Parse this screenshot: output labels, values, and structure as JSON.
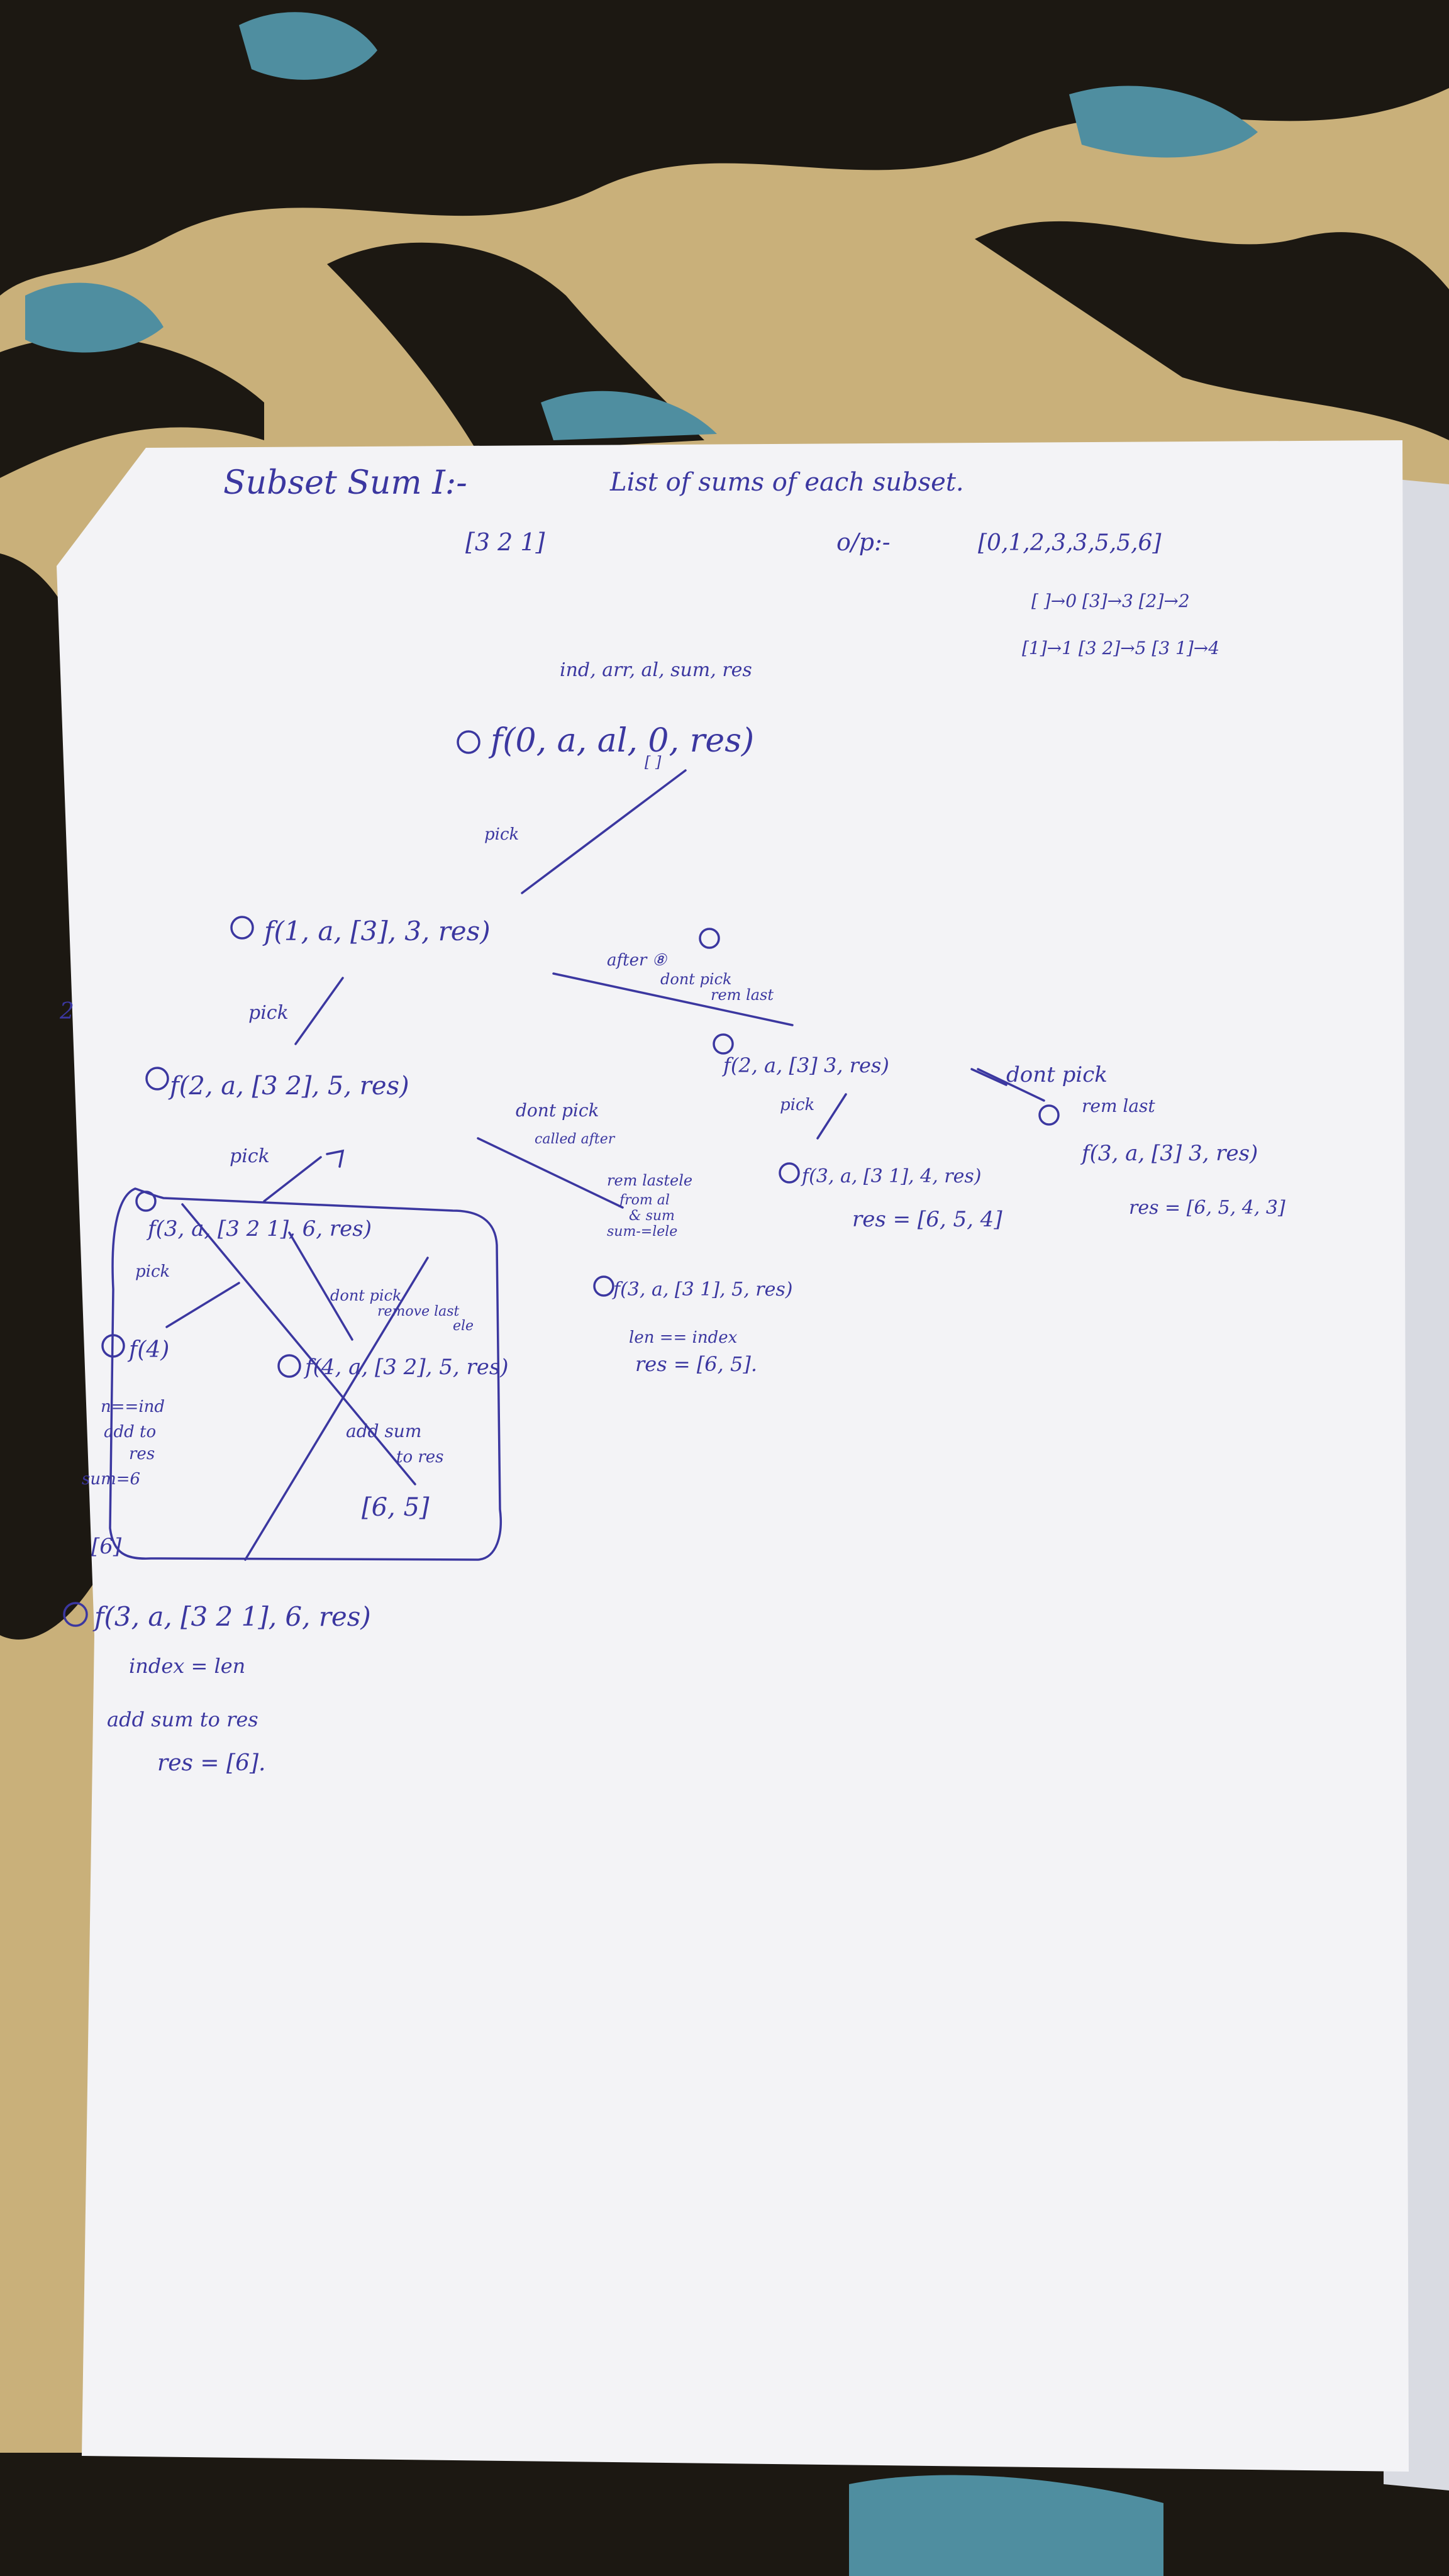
{
  "colors": {
    "fabric_base": "#c9b07a",
    "fabric_dark": "#1c1812",
    "fabric_teal": "#4f8ea0",
    "paper": "#f3f3f6",
    "paper_shadow": "#d9dbe2",
    "ink": "#3b37a0"
  },
  "notes": {
    "title": "Subset Sum I:-",
    "subtitle": "List of sums of each subset.",
    "input": "[3 2 1]",
    "output_label": "o/p:-",
    "output_values": "[0,1,2,3,3,5,5,6]",
    "mapping_line1": "[ ]→0  [3]→3  [2]→2",
    "mapping_line2": "[1]→1  [3 2]→5  [3 1]→4",
    "params": "ind, arr, al, sum, res",
    "call_1": "f(0, a, al, 0, res)",
    "call_1_al": "[ ]",
    "pick_1": "pick",
    "call_2": "f(1, a, [3], 3, res)",
    "after_note": "after ⑧",
    "dont_pick_1": "dont pick",
    "rem_last_1": "rem last",
    "pick_2": "pick",
    "call_3": "f(2, a, [3 2], 5, res)",
    "dont_pick_2": "dont pick",
    "called_after": "called after",
    "rem_laststele": "rem lastele",
    "from_al": "from al",
    "sum_note": "& sum",
    "sum_expr": "sum-=lele",
    "pick_3": "pick",
    "call_4_box": "f(3, a, [3 2 1], 6, res)",
    "pick_4": "pick",
    "call_5": "f(4)",
    "n_eq_ind": "n==ind",
    "add_to": "add to",
    "res_word": "res",
    "sum_eq": "sum=6",
    "res_6": "[6]",
    "dont_pick_3": "dont pick",
    "remove_last": "remove last",
    "ele": "ele",
    "call_6": "f(4, a, [3 2], 5, res)",
    "add_sum": "add sum",
    "to_res": "to res",
    "res_65": "[6, 5]",
    "call_4_bottom": "f(3, a, [3 2 1], 6, res)",
    "index_eq": "index = len",
    "add_sum_to_res": "add sum to res",
    "res_6_final": "res = [6].",
    "call_6b": "f(2, a, [3] 3, res)",
    "pick_5": "pick",
    "call_7": "f(3, a, [3 1], 4, res)",
    "res_654": "res = [6, 5, 4]",
    "call_8": "f(3, a, [3 1], 5, res)",
    "len_index": "len == index",
    "res_65b": "res = [6, 5].",
    "dont_pick_4": "dont pick",
    "rem_last_2": "rem last",
    "call_9": "f(3, a, [3] 3, res)",
    "res_final": "res = [6, 5, 4, 3]",
    "margin_2": "2"
  }
}
